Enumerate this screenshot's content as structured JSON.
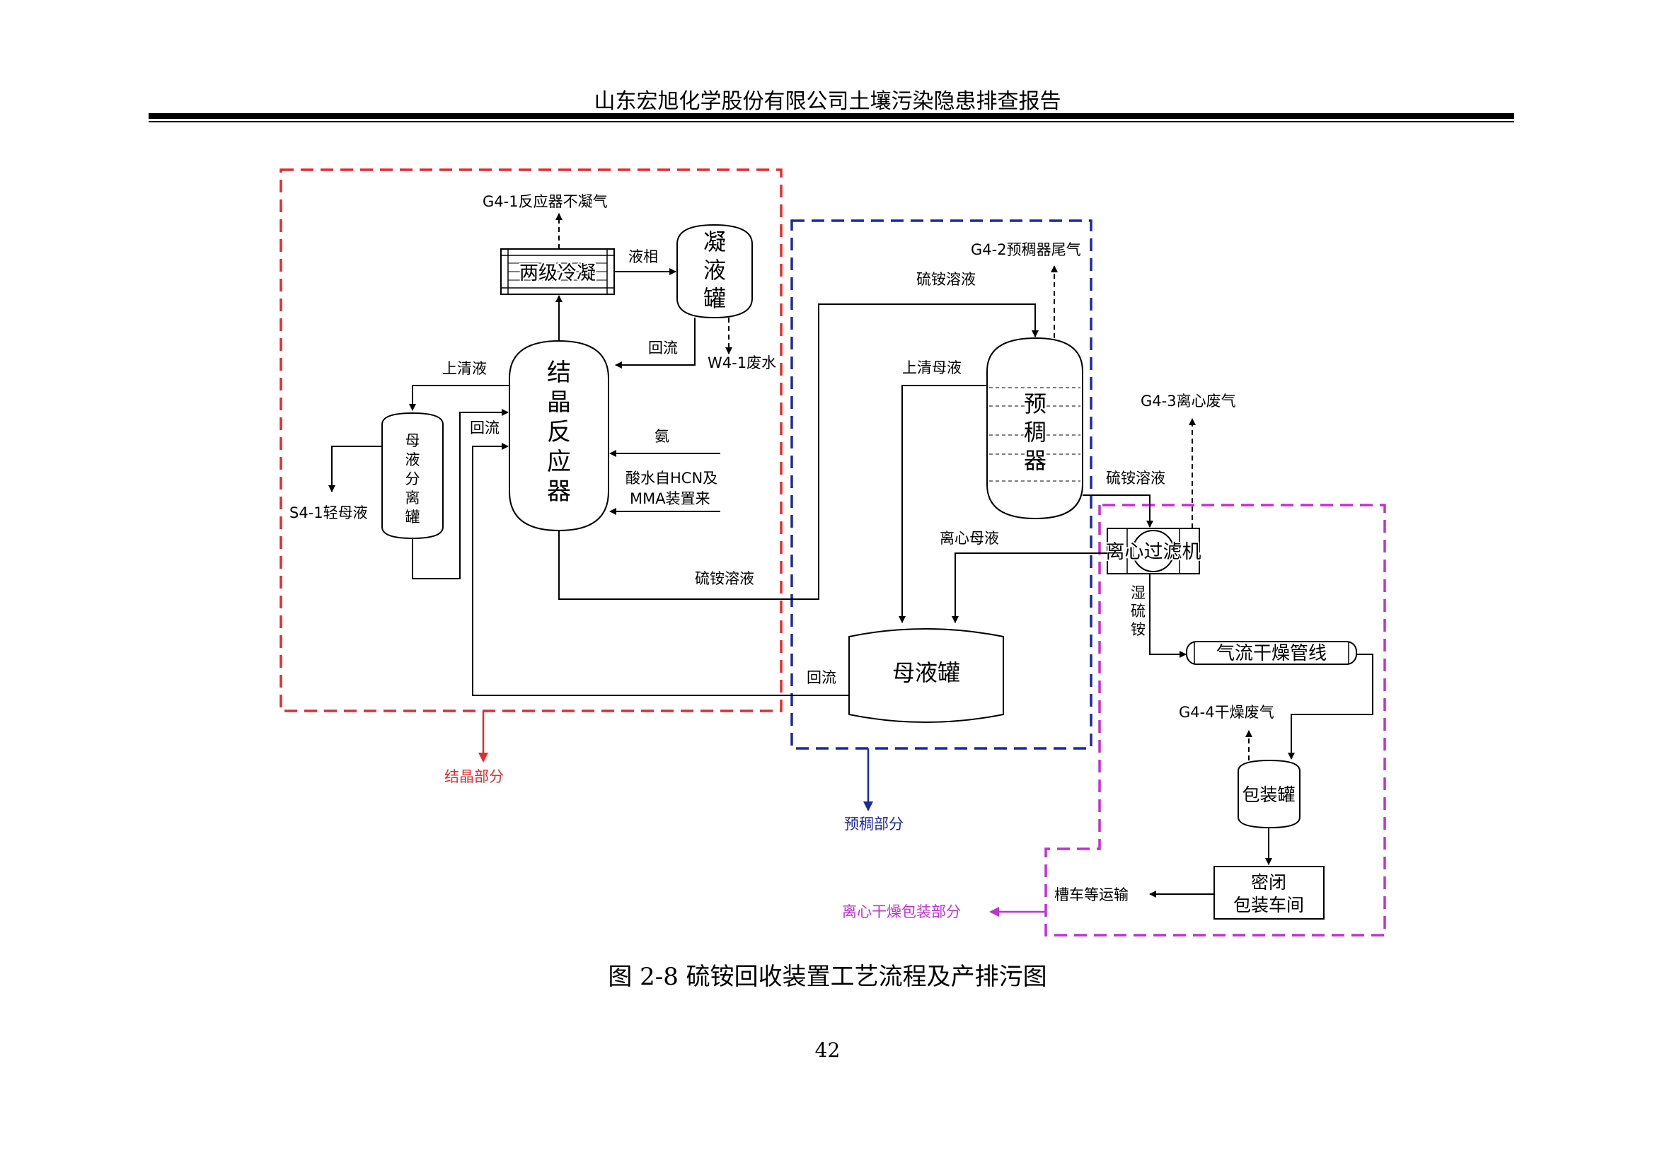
{
  "header": {
    "title": "山东宏旭化学股份有限公司土壤污染隐患排查报告"
  },
  "figure": {
    "caption": "图 2-8   硫铵回收装置工艺流程及产排污图",
    "colors": {
      "crystallization": "#e52b2b",
      "pre_thickening": "#1c2a9c",
      "centrifuge_dry_pack": "#c42fd6",
      "line": "#000000"
    },
    "equipment": {
      "condenser": "两级冷凝",
      "condensate_tank": [
        "凝",
        "液",
        "罐"
      ],
      "reactor": [
        "结",
        "晶",
        "反",
        "应",
        "器"
      ],
      "mother_sep": [
        "母",
        "液",
        "分",
        "离",
        "罐"
      ],
      "pre_thickener": [
        "预",
        "稠",
        "器"
      ],
      "mother_tank": "母液罐",
      "centrifuge": "离心过滤机",
      "dryer": "气流干燥管线",
      "pack_tank": "包装罐",
      "workshop": [
        "密闭",
        "包装车间"
      ]
    },
    "labels": {
      "g41": "G4-1反应器不凝气",
      "liquid_phase": "液相",
      "reflux_1": "回流",
      "w41": "W4-1废水",
      "upper_clear": "上清液",
      "reflux_2": "回流",
      "s41": "S4-1轻母液",
      "ammonia": "氨",
      "acid_water_1": "酸水自HCN及",
      "acid_water_2": "MMA装置来",
      "ammonium_sulfate_1": "硫铵溶液",
      "g42": "G4-2预稠器尾气",
      "ammonium_sulfate_2": "硫铵溶液",
      "upper_mother": "上清母液",
      "g43": "G4-3离心废气",
      "ammonium_sulfate_3": "硫铵溶液",
      "centrifuge_mother": "离心母液",
      "reflux_3": "回流",
      "wet_ammonium": [
        "湿",
        "硫",
        "铵"
      ],
      "g44": "G4-4干燥废气",
      "transport": "槽车等运输"
    },
    "sections": {
      "crystallization": "结晶部分",
      "pre_thickening": "预稠部分",
      "centrifuge_dry_pack": "离心干燥包装部分"
    }
  },
  "page": {
    "number": "42"
  }
}
